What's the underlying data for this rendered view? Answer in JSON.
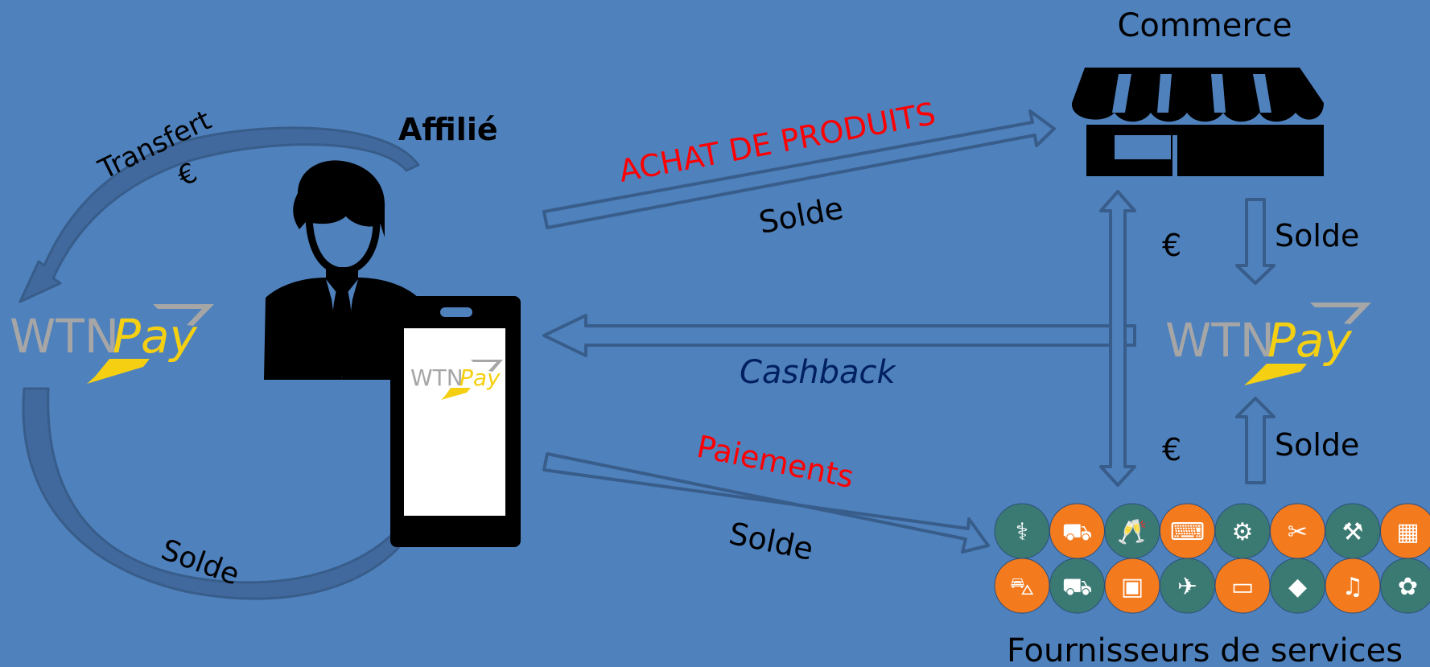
{
  "title_commerce": "Commerce",
  "title_affilie": "Affilié",
  "title_fournisseurs": "Fournisseurs de services",
  "logo": {
    "brand_gray": "WTN",
    "brand_yellow": "Pay"
  },
  "flows": {
    "transfert": "Transfert",
    "transfert_currency": "€",
    "achat": "ACHAT DE PRODUITS",
    "achat_solde": "Solde",
    "cashback": "Cashback",
    "paiements": "Paiements",
    "paiements_solde": "Solde",
    "loop_solde": "Solde",
    "commerce_euro": "€",
    "commerce_solde": "Solde",
    "services_euro": "€",
    "services_solde": "Solde"
  },
  "services": [
    {
      "icon": "stethoscope-icon",
      "color": "green"
    },
    {
      "icon": "car-location-icon",
      "color": "orange"
    },
    {
      "icon": "champagne-icon",
      "color": "green"
    },
    {
      "icon": "cashier-icon",
      "color": "orange"
    },
    {
      "icon": "car-repair-icon",
      "color": "green"
    },
    {
      "icon": "cleaning-icon",
      "color": "orange"
    },
    {
      "icon": "tools-icon",
      "color": "green"
    },
    {
      "icon": "city-icon",
      "color": "orange"
    },
    {
      "icon": "scooter-delivery-icon",
      "color": "orange"
    },
    {
      "icon": "truck-icon",
      "color": "green"
    },
    {
      "icon": "bus-icon",
      "color": "orange"
    },
    {
      "icon": "helicopter-icon",
      "color": "green"
    },
    {
      "icon": "laptop-icon",
      "color": "orange"
    },
    {
      "icon": "graduation-cap-icon",
      "color": "green"
    },
    {
      "icon": "guitar-icon",
      "color": "orange"
    },
    {
      "icon": "paw-icon",
      "color": "green"
    }
  ],
  "colors": {
    "background": "#4f81bd",
    "arrow_fill": "#4f81bd",
    "arrow_stroke": "#385d8a",
    "red_text": "#ff0000",
    "cashback_text": "#002060",
    "logo_gray": "#a6a6a6",
    "logo_yellow": "#f5d012",
    "circle_green": "#3b7a73",
    "circle_orange": "#f47a1e"
  }
}
